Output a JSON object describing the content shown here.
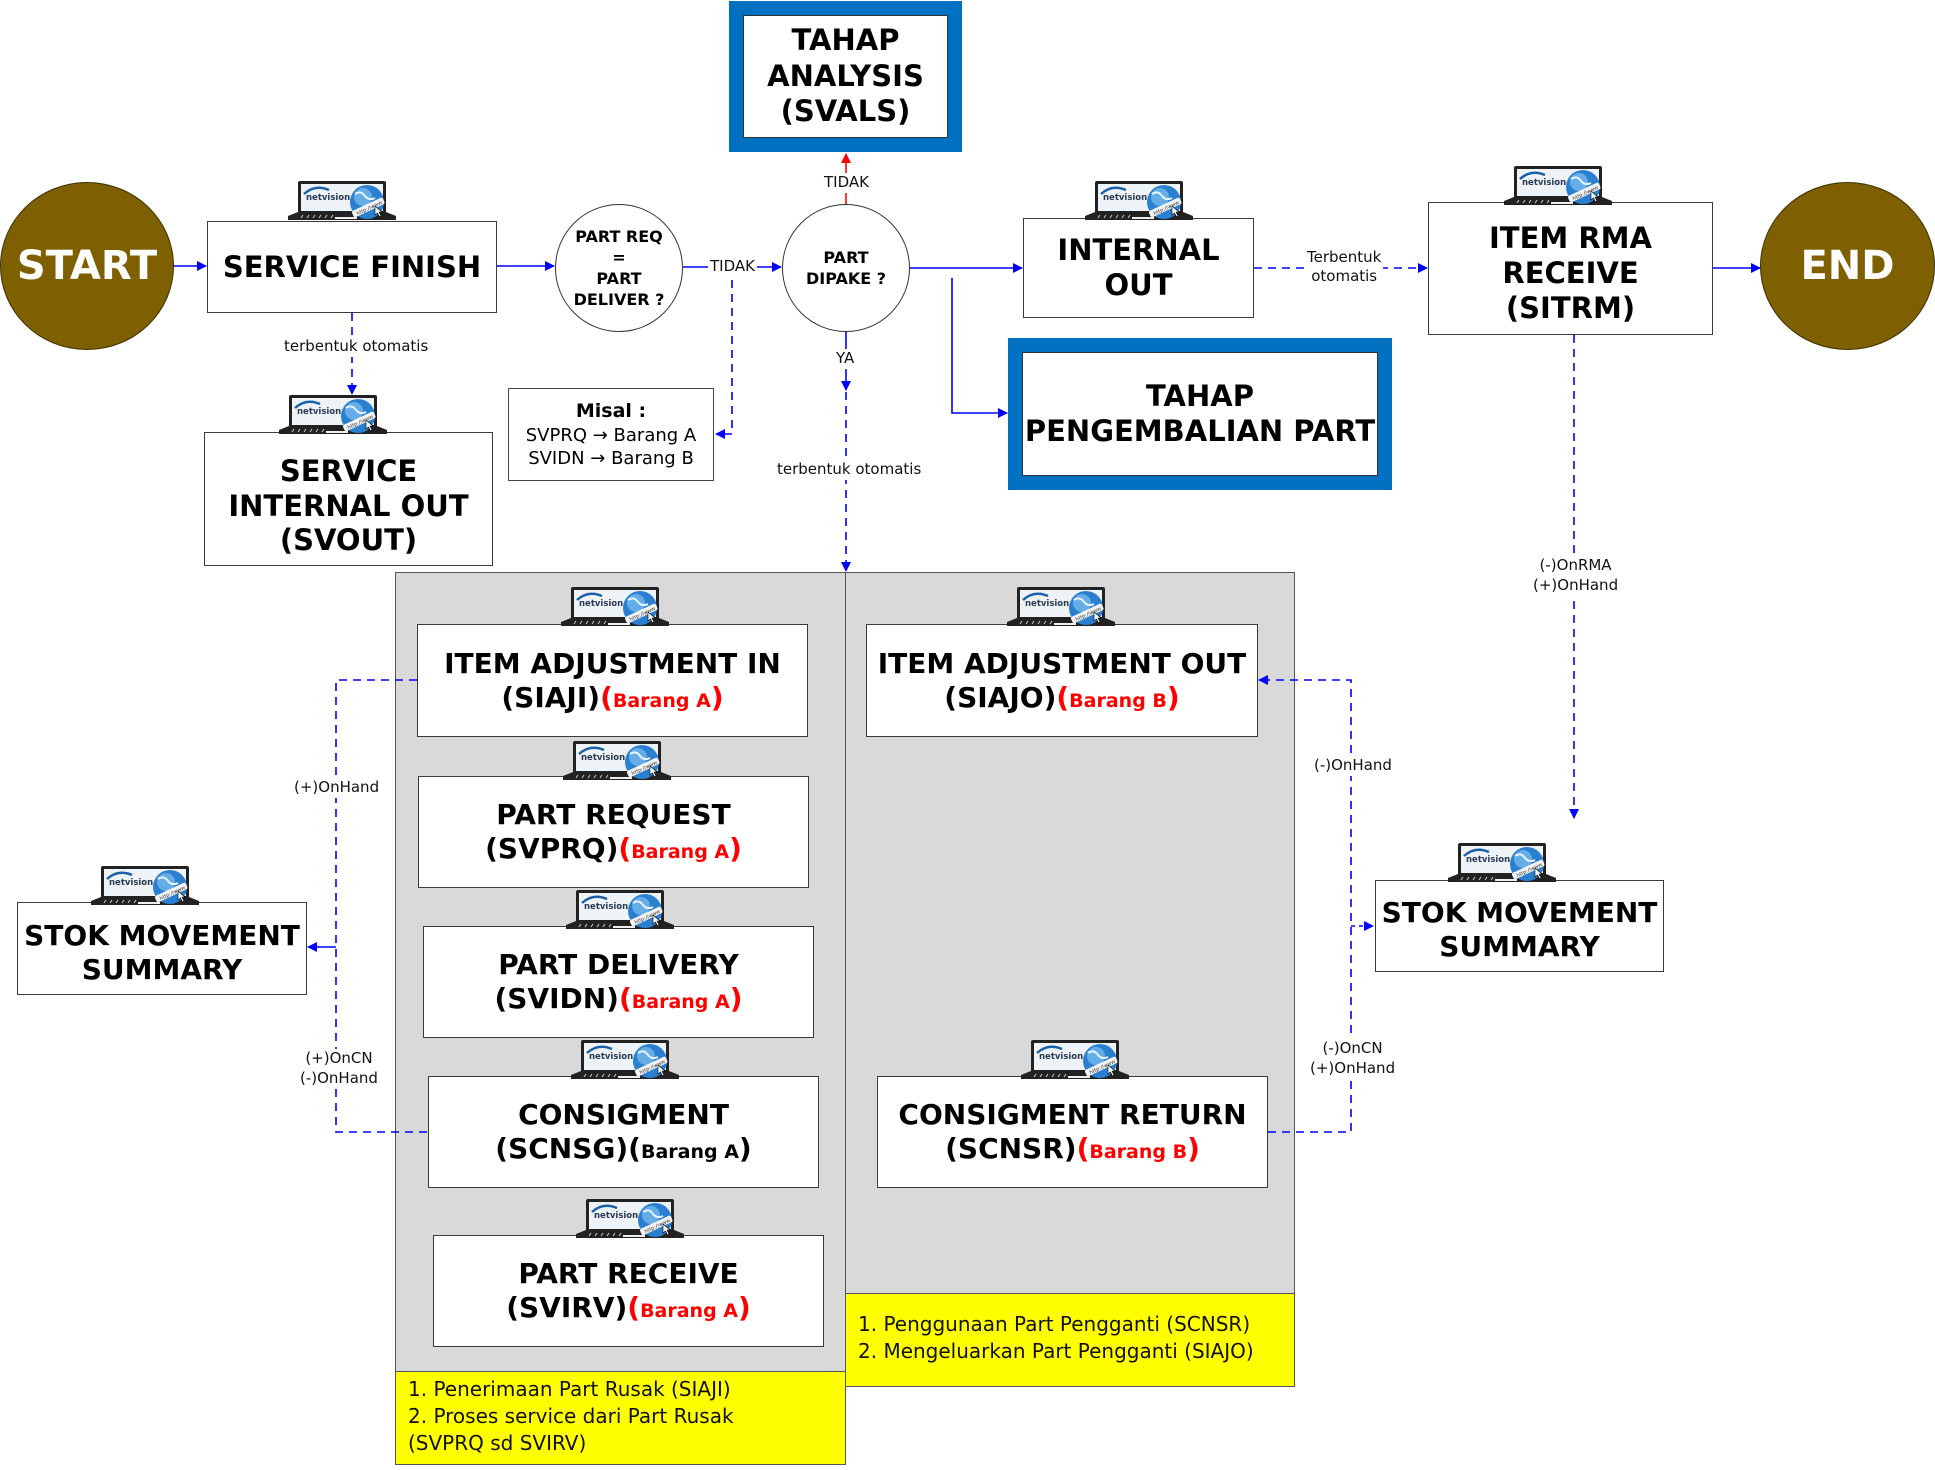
{
  "diagram": {
    "start": "START",
    "end": "END",
    "service_finish": "SERVICE FINISH",
    "decision_part_req": [
      "PART REQ",
      "=",
      "PART",
      "DELIVER ?"
    ],
    "decision_part_dipake": [
      "PART",
      "DIPAKE ?"
    ],
    "tahap_analysis": [
      "TAHAP",
      "ANALYSIS",
      "(SVALS)"
    ],
    "internal_out": [
      "INTERNAL",
      "OUT"
    ],
    "tahap_pengembalian": [
      "TAHAP",
      "PENGEMBALIAN PART"
    ],
    "item_rma": [
      "ITEM RMA",
      "RECEIVE",
      "(SITRM)"
    ],
    "service_internal_out": [
      "SERVICE",
      "INTERNAL OUT",
      "(SVOUT)"
    ],
    "misal": {
      "head": "Misal :",
      "lines": [
        "SVPRQ → Barang A",
        "SVIDN → Barang B"
      ]
    },
    "left_group": [
      {
        "title": "ITEM ADJUSTMENT IN",
        "code": "(SIAJI)",
        "tag": "Barang A",
        "tag_red": true
      },
      {
        "title": "PART REQUEST",
        "code": "(SVPRQ)",
        "tag": "Barang A",
        "tag_red": true
      },
      {
        "title": "PART DELIVERY",
        "code": "(SVIDN)",
        "tag": "Barang A",
        "tag_red": true
      },
      {
        "title": "CONSIGMENT",
        "code": "(SCNSG)",
        "tag": "Barang A",
        "tag_red": false
      },
      {
        "title": "PART RECEIVE",
        "code": "(SVIRV)",
        "tag": "Barang A",
        "tag_red": true
      }
    ],
    "right_group": [
      {
        "title": "ITEM ADJUSTMENT OUT",
        "code": "(SIAJO)",
        "tag": "Barang B",
        "tag_red": true
      },
      {
        "title": "CONSIGMENT RETURN",
        "code": "(SCNSR)",
        "tag": "Barang B",
        "tag_red": true
      }
    ],
    "stok_left": [
      "STOK MOVEMENT",
      "SUMMARY"
    ],
    "stok_right": [
      "STOK MOVEMENT",
      "SUMMARY"
    ],
    "note_left": [
      "1. Penerimaan Part Rusak (SIAJI)",
      "2. Proses service dari Part Rusak",
      "(SVPRQ sd SVIRV)"
    ],
    "note_right": [
      "1. Penggunaan Part Pengganti (SCNSR)",
      "2. Mengeluarkan Part Pengganti (SIAJO)"
    ],
    "labels": {
      "terbentuk_otomatis_1": "terbentuk otomatis",
      "tidak_1": "TIDAK",
      "tidak_2": "TIDAK",
      "ya": "YA",
      "terbentuk_otomatis_2": "terbentuk otomatis",
      "terbentuk_otomatis_3": [
        "Terbentuk",
        "otomatis"
      ],
      "onrma": [
        "(-)OnRMA",
        "(+)OnHand"
      ],
      "plus_onhand": "(+)OnHand",
      "oncn_left": [
        "(+)OnCN",
        "(-)OnHand"
      ],
      "minus_onhand": "(-)OnHand",
      "oncn_right": [
        "(-)OnCN",
        "(+)OnHand"
      ]
    },
    "icon": {
      "name": "netvision-laptop-icon",
      "brand_text": "netvision",
      "url_text": "http://www"
    },
    "colors": {
      "terminal": "#7f6000",
      "stage_border": "#0070c0",
      "connector": "#0000ff",
      "no_branch": "#ff0000",
      "panel": "#d9d9d9",
      "note": "#ffff00",
      "tag_red": "#ff0000"
    }
  }
}
